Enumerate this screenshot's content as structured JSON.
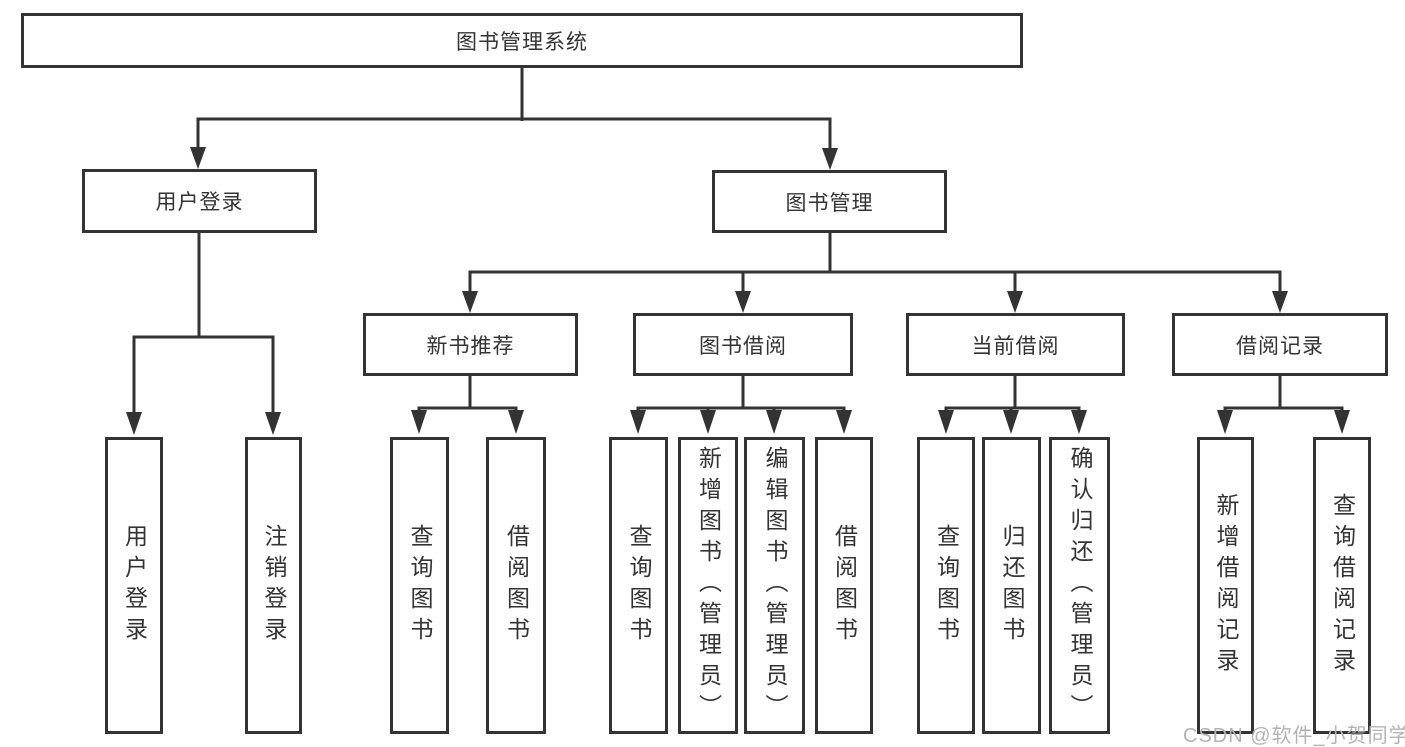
{
  "diagram": {
    "root": {
      "label": "图书管理系统"
    },
    "branches": [
      {
        "label": "用户登录",
        "children": [
          {
            "label": "用户登录"
          },
          {
            "label": "注销登录"
          }
        ]
      },
      {
        "label": "图书管理",
        "children": [
          {
            "label": "新书推荐",
            "children": [
              {
                "label": "查询图书"
              },
              {
                "label": "借阅图书"
              }
            ]
          },
          {
            "label": "图书借阅",
            "children": [
              {
                "label": "查询图书"
              },
              {
                "label": "新增图书（管理员）"
              },
              {
                "label": "编辑图书（管理员）"
              },
              {
                "label": "借阅图书"
              }
            ]
          },
          {
            "label": "当前借阅",
            "children": [
              {
                "label": "查询图书"
              },
              {
                "label": "归还图书"
              },
              {
                "label": "确认归还（管理员）"
              }
            ]
          },
          {
            "label": "借阅记录",
            "children": [
              {
                "label": "新增借阅记录"
              },
              {
                "label": "查询借阅记录"
              }
            ]
          }
        ]
      }
    ]
  },
  "watermark": {
    "text": "CSDN @软件_小贺同学"
  },
  "colors": {
    "line": "#333333",
    "border": "#333333",
    "text": "#333333",
    "watermark": "#b3b3b3",
    "background": "#ffffff"
  }
}
